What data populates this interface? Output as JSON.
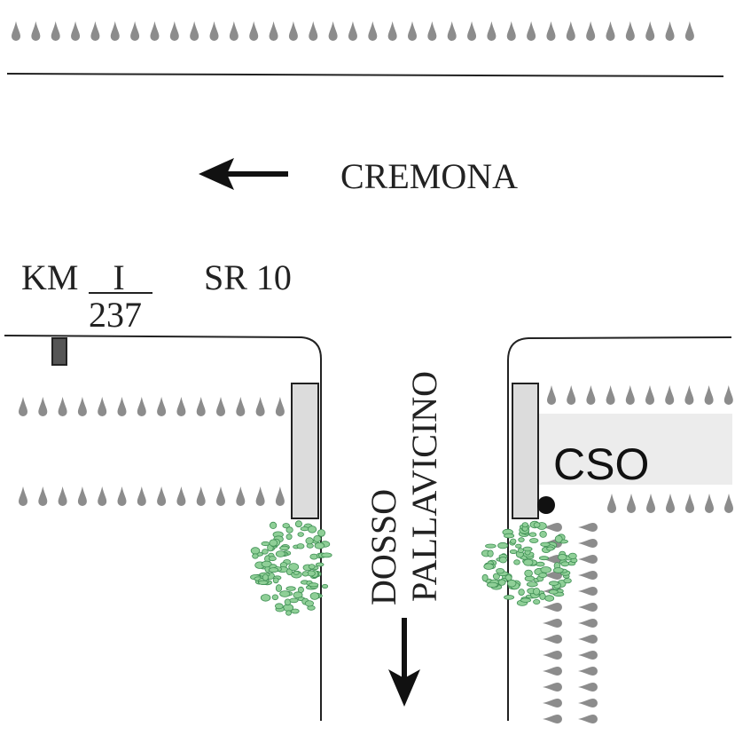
{
  "destination": {
    "label": "CREMONA",
    "direction": "west"
  },
  "road": {
    "label": "SR 10"
  },
  "kilometer": {
    "prefix": "KM",
    "numerator": "I",
    "denominator": "237"
  },
  "side_road": {
    "label_line1": "DOSSO",
    "label_line2": "PALLAVICINO",
    "direction": "south"
  },
  "building": {
    "label": "CSO"
  },
  "colors": {
    "line": "#222222",
    "drop_fill": "#8c8c8c",
    "panel_fill": "#dcdcdc",
    "band_fill": "#ececec",
    "foliage_fill": "#8fcf97",
    "foliage_stroke": "#3f8f54",
    "marker": "#111111"
  },
  "icons": [
    "arrow-left-icon",
    "arrow-down-icon",
    "tree-row-icon",
    "bush-icon",
    "km-post-icon",
    "junction-dot-icon"
  ]
}
